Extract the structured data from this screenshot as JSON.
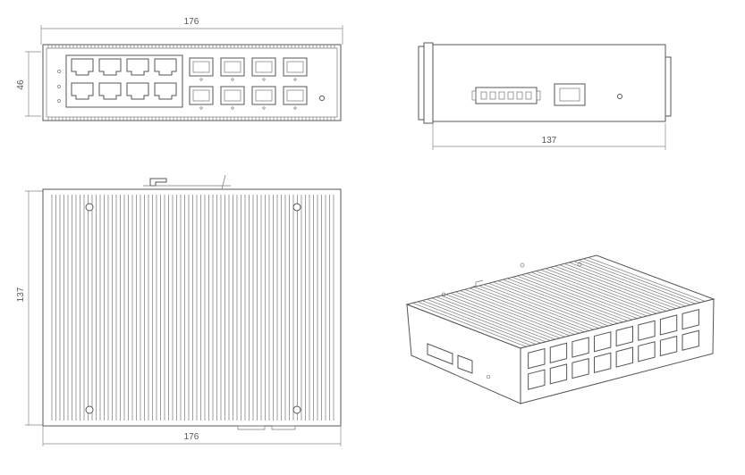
{
  "dimensions": {
    "front_width": "176",
    "front_height": "46",
    "side_width": "137",
    "top_height": "137",
    "top_width": "176"
  },
  "colors": {
    "line": "#555555",
    "dim_line": "#888888",
    "background": "#ffffff"
  }
}
